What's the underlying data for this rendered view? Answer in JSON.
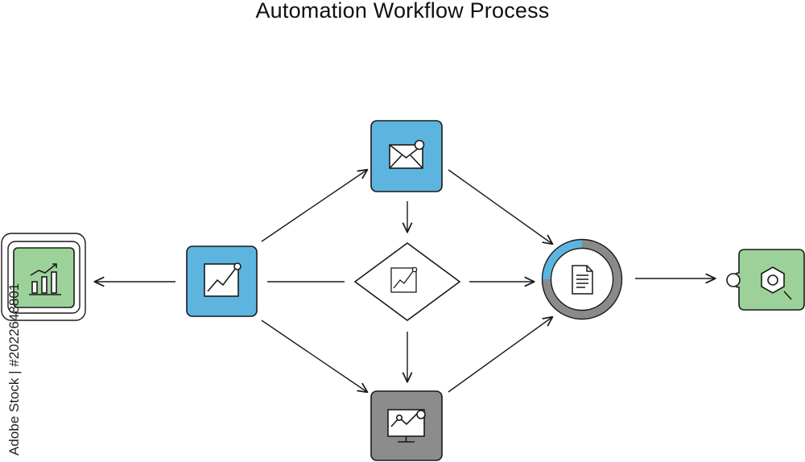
{
  "title": "Automation Workflow Process",
  "watermark": "Adobe Stock | #2022648801",
  "colors": {
    "blue": "#5DB5DF",
    "green": "#9CD299",
    "gray": "#8C8C8C",
    "ring_gray": "#8A8A8A",
    "ring_blue": "#5DB5DF",
    "stroke": "#1a1a1a"
  },
  "nodes": [
    {
      "id": "email",
      "shape": "rounded-square",
      "icon": "envelope-icon"
    },
    {
      "id": "analytics-start",
      "shape": "rounded-square",
      "icon": "trend-chart-icon"
    },
    {
      "id": "decision",
      "shape": "diamond",
      "icon": "trend-chart-icon"
    },
    {
      "id": "monitor",
      "shape": "rounded-square",
      "icon": "monitor-chart-icon"
    },
    {
      "id": "report",
      "shape": "ring",
      "icon": "document-icon",
      "progress": 0.25
    },
    {
      "id": "settings",
      "shape": "puzzle-piece",
      "icon": "hex-nut-icon"
    },
    {
      "id": "dashboard",
      "shape": "stacked-cards",
      "icon": "bar-chart-icon"
    }
  ],
  "edges": [
    {
      "from": "analytics-start",
      "to": "email"
    },
    {
      "from": "analytics-start",
      "to": "monitor"
    },
    {
      "from": "analytics-start",
      "to": "dashboard"
    },
    {
      "from": "email",
      "to": "decision"
    },
    {
      "from": "email",
      "to": "report"
    },
    {
      "from": "decision",
      "to": "monitor"
    },
    {
      "from": "decision",
      "to": "report"
    },
    {
      "from": "monitor",
      "to": "report"
    },
    {
      "from": "report",
      "to": "settings"
    }
  ]
}
